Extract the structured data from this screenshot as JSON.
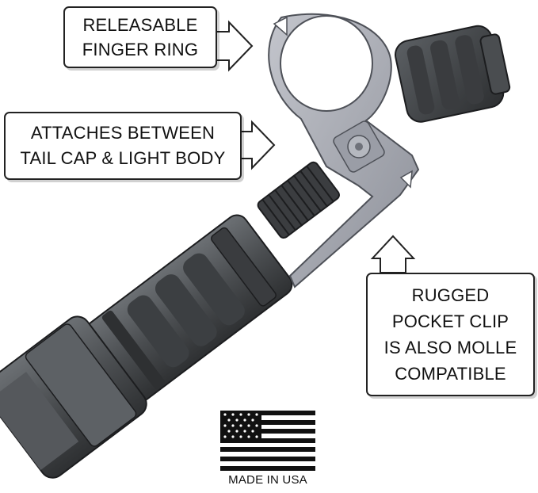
{
  "callouts": {
    "finger_ring": [
      "RELEASABLE",
      "FINGER RING"
    ],
    "attaches": [
      "ATTACHES BETWEEN",
      "TAIL CAP & LIGHT BODY"
    ],
    "pocket_clip": [
      "RUGGED",
      "POCKET CLIP",
      "IS ALSO MOLLE",
      "COMPATIBLE"
    ]
  },
  "badge": {
    "text": "MADE IN USA",
    "icon": "us-flag-icon"
  },
  "colors": {
    "metal": "#a4a7b1",
    "body": "#505356",
    "outline": "#222222"
  }
}
